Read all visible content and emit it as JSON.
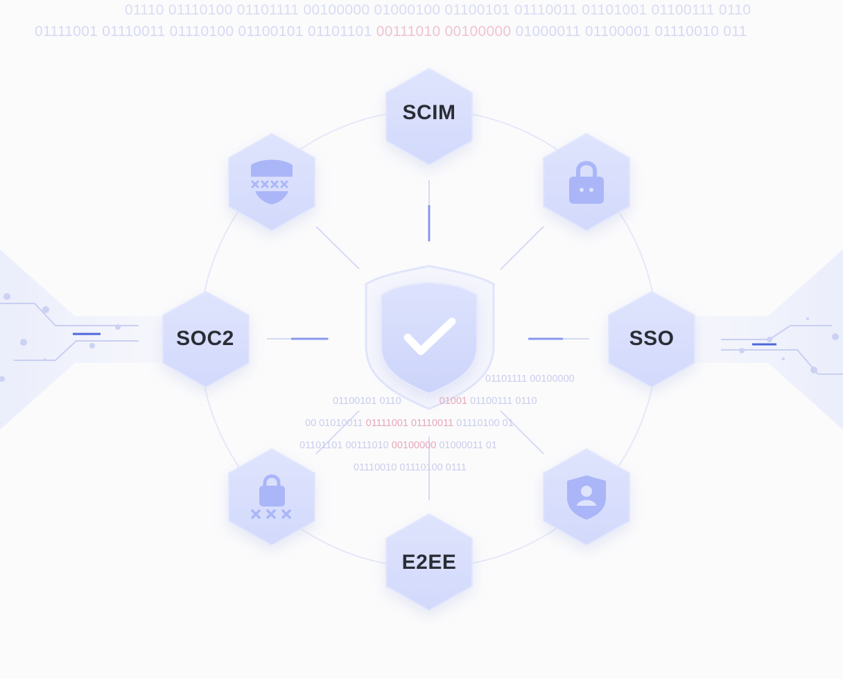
{
  "binary_top": {
    "row1": "01110 01110100 01101111 00100000 01000100 01100101 01110011 01101001 01100111 0110",
    "row2a": "01111001 01110011 01110100 01100101 01101101 ",
    "row2b": "00111010 00100000",
    "row2c": " 01000011 01100001 01110010 011"
  },
  "binary_center": {
    "line1": "01101111 00100000",
    "line2a": "01100101 0110",
    "line2b": "01001",
    "line2c": " 01100111 0110",
    "line3a": "00 01010011 ",
    "line3b": "01111001 01110011",
    "line3c": " 01110100 01",
    "line4a": "01101101 00111010 ",
    "line4b": "00100000",
    "line4c": " 01000011 01",
    "line5": "01110010 01110100 0111"
  },
  "nodes": {
    "scim": "SCIM",
    "soc2": "SOC2",
    "sso": "SSO",
    "e2ee": "E2EE"
  },
  "icons": {
    "center": "shield-check-icon",
    "top_left": "masked-shield-icon",
    "top_right": "padlock-icon",
    "bottom_left": "padlock-password-icon",
    "bottom_right": "shield-user-icon"
  },
  "colors": {
    "hex_fill": "#d7ddfb",
    "icon_fill": "#aab6f7",
    "accent_line": "#6f82ea",
    "label": "#2b2d36"
  }
}
